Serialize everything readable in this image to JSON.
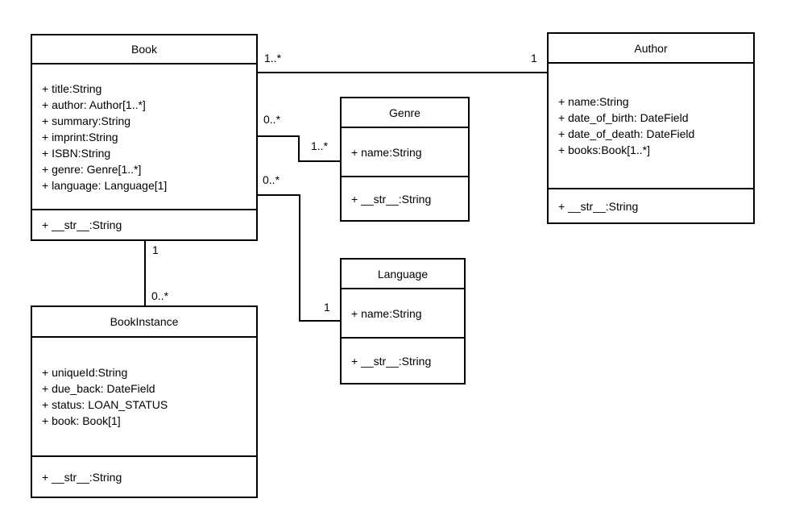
{
  "diagram": {
    "type": "uml-class-diagram",
    "colors": {
      "line": "#000000",
      "background": "#ffffff",
      "text": "#000000"
    },
    "classes": [
      {
        "id": "book",
        "title": "Book",
        "attributes": [
          "+ title:String",
          "+ author: Author[1..*]",
          "+ summary:String",
          "+ imprint:String",
          "+ ISBN:String",
          "+ genre: Genre[1..*]",
          "+ language: Language[1]"
        ],
        "methods": [
          "+ __str__:String"
        ]
      },
      {
        "id": "author",
        "title": "Author",
        "attributes": [
          "+ name:String",
          "+ date_of_birth: DateField",
          "+ date_of_death: DateField",
          "+ books:Book[1..*]"
        ],
        "methods": [
          "+ __str__:String"
        ]
      },
      {
        "id": "genre",
        "title": "Genre",
        "attributes": [
          "+ name:String"
        ],
        "methods": [
          "+ __str__:String"
        ]
      },
      {
        "id": "language",
        "title": "Language",
        "attributes": [
          "+ name:String"
        ],
        "methods": [
          "+ __str__:String"
        ]
      },
      {
        "id": "bookinstance",
        "title": "BookInstance",
        "attributes": [
          "+ uniqueId:String",
          "+ due_back: DateField",
          "+ status: LOAN_STATUS",
          "+ book: Book[1]"
        ],
        "methods": [
          "+ __str__:String"
        ]
      }
    ],
    "relationships": [
      {
        "from": "Book",
        "to": "Author",
        "from_multiplicity": "1..*",
        "to_multiplicity": "1"
      },
      {
        "from": "Book",
        "to": "Genre",
        "from_multiplicity": "0..*",
        "to_multiplicity": "1..*"
      },
      {
        "from": "Book",
        "to": "Language",
        "from_multiplicity": "0..*",
        "to_multiplicity": "1"
      },
      {
        "from": "Book",
        "to": "BookInstance",
        "from_multiplicity": "1",
        "to_multiplicity": "0..*"
      }
    ]
  }
}
